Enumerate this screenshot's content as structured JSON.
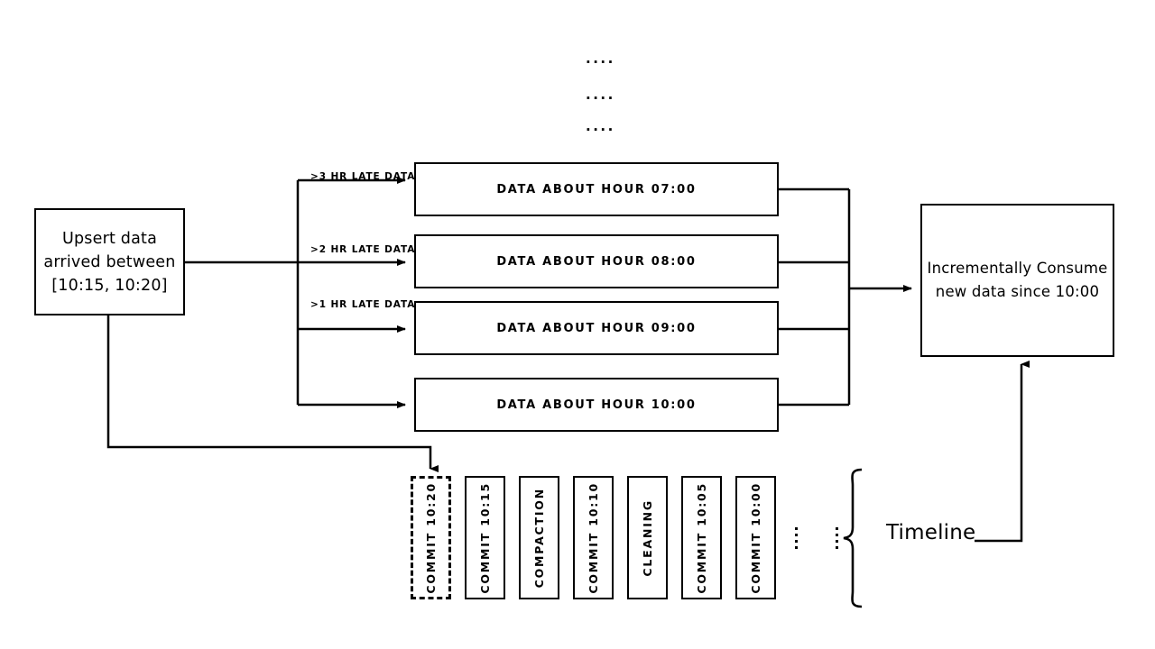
{
  "diagram": {
    "title_dots": [
      "....",
      "....",
      "...."
    ],
    "source": {
      "lines": [
        "Upsert data",
        "arrived between",
        "[10:15, 10:20]"
      ]
    },
    "arrow_labels": [
      ">3 HR LATE DATA",
      ">2 HR LATE DATA",
      ">1 HR LATE DATA"
    ],
    "data_boxes": [
      {
        "label": "DATA ABOUT HOUR 07:00"
      },
      {
        "label": "DATA ABOUT HOUR 08:00"
      },
      {
        "label": "DATA ABOUT HOUR 09:00"
      },
      {
        "label": "DATA ABOUT HOUR 10:00"
      }
    ],
    "sink": {
      "lines": [
        "Incrementally Consume",
        "new data since 10:00"
      ]
    },
    "timeline": {
      "label": "Timeline",
      "commits": [
        {
          "label": "COMMIT 10:20",
          "style": "dashed"
        },
        {
          "label": "COMMIT 10:15",
          "style": "solid"
        },
        {
          "label": "COMPACTION",
          "style": "solid"
        },
        {
          "label": "COMMIT 10:10",
          "style": "solid"
        },
        {
          "label": "CLEANING",
          "style": "solid"
        },
        {
          "label": "COMMIT 10:05",
          "style": "solid"
        },
        {
          "label": "COMMIT 10:00",
          "style": "solid"
        }
      ]
    },
    "colors": {
      "stroke": "#000000",
      "background": "#ffffff"
    }
  }
}
